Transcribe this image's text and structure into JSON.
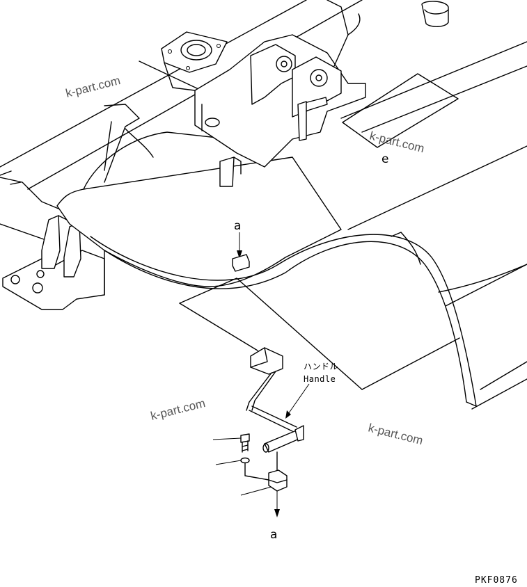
{
  "labels": {
    "ref_a_top": "a",
    "ref_a_bottom": "a",
    "ref_e": "e",
    "handle_jp": "ハンドル",
    "handle_en": "Handle"
  },
  "watermarks": [
    "k-part.com",
    "k-part.com",
    "k-part.com",
    "k-part.com"
  ],
  "drawing_code": "PKF0876"
}
